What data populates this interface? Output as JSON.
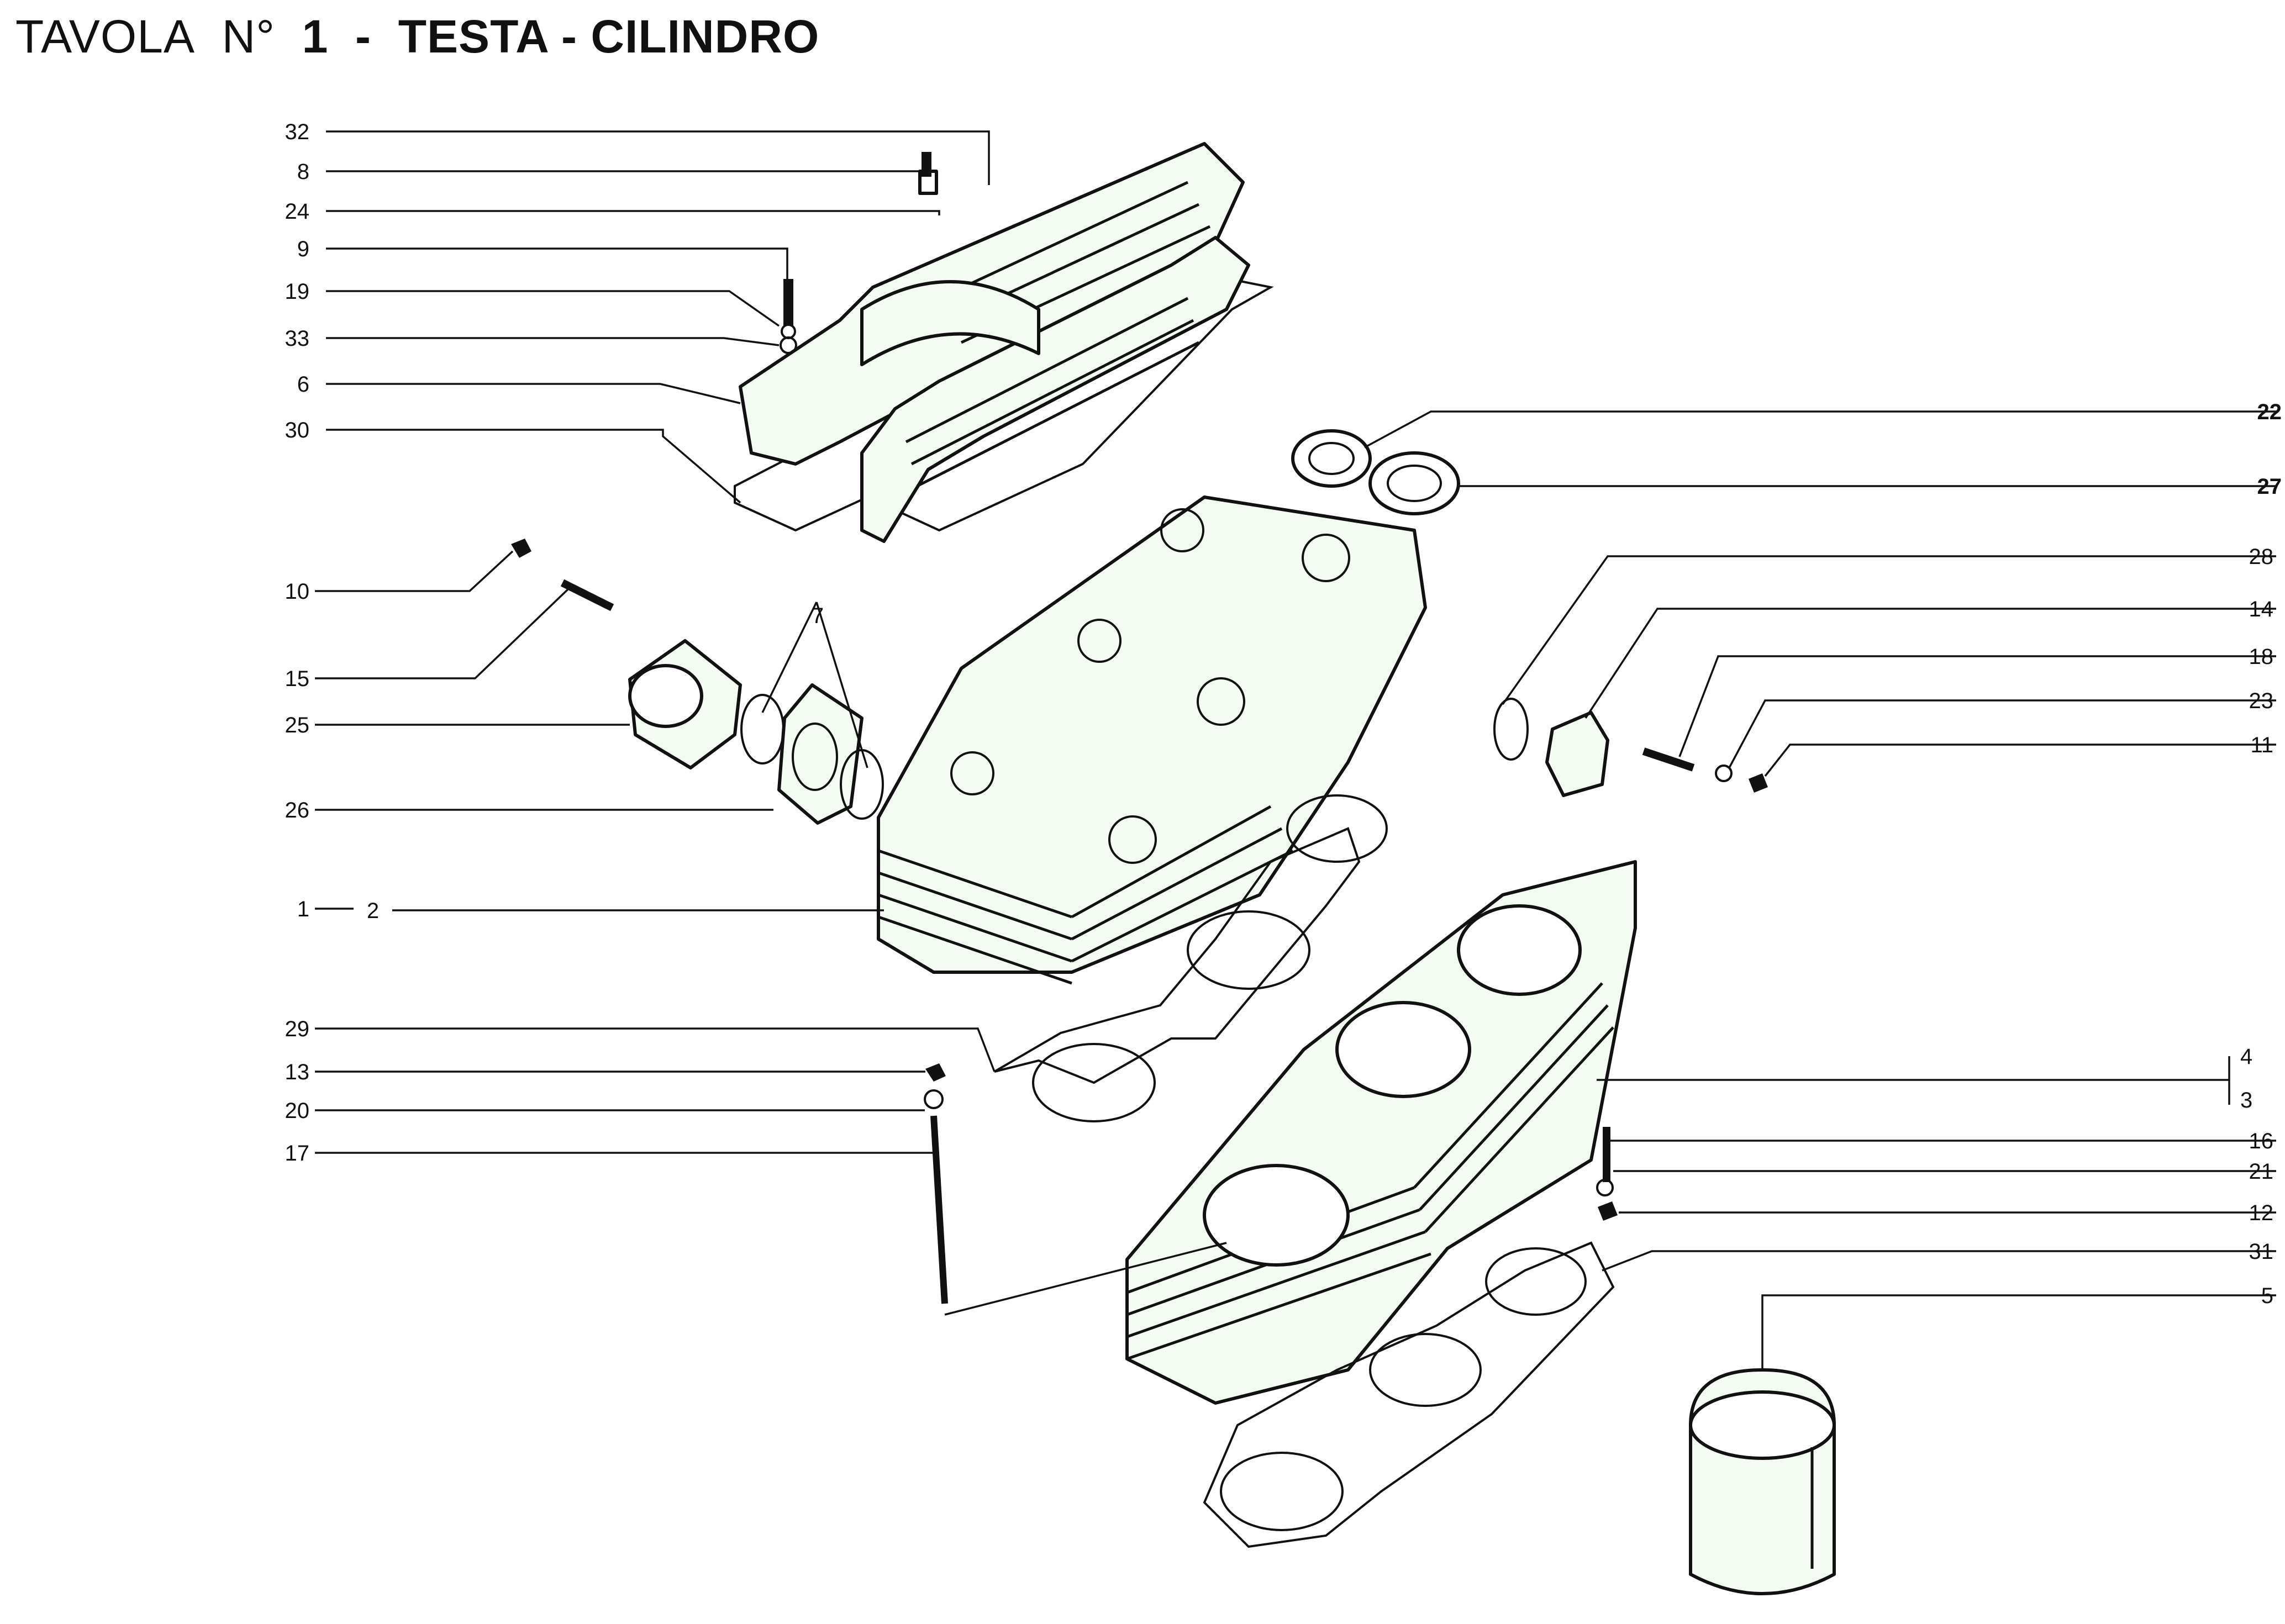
{
  "title": {
    "prefix": "TAVOLA",
    "number_sign": "N°",
    "number": "1",
    "dash": "-",
    "name": "TESTA - CILINDRO"
  },
  "callouts": {
    "c32": "32",
    "c8": "8",
    "c24": "24",
    "c9": "9",
    "c19": "19",
    "c33": "33",
    "c6": "6",
    "c30": "30",
    "c10": "10",
    "c15": "15",
    "c25": "25",
    "c26": "26",
    "c7": "7",
    "c1": "1",
    "c2": "2",
    "c29": "29",
    "c13": "13",
    "c20": "20",
    "c17": "17",
    "c22": "22",
    "c27": "27",
    "c28": "28",
    "c14": "14",
    "c18": "18",
    "c23": "23",
    "c11": "11",
    "c4": "4",
    "c3": "3",
    "c16": "16",
    "c21": "21",
    "c12": "12",
    "c31": "31",
    "c5": "5"
  }
}
